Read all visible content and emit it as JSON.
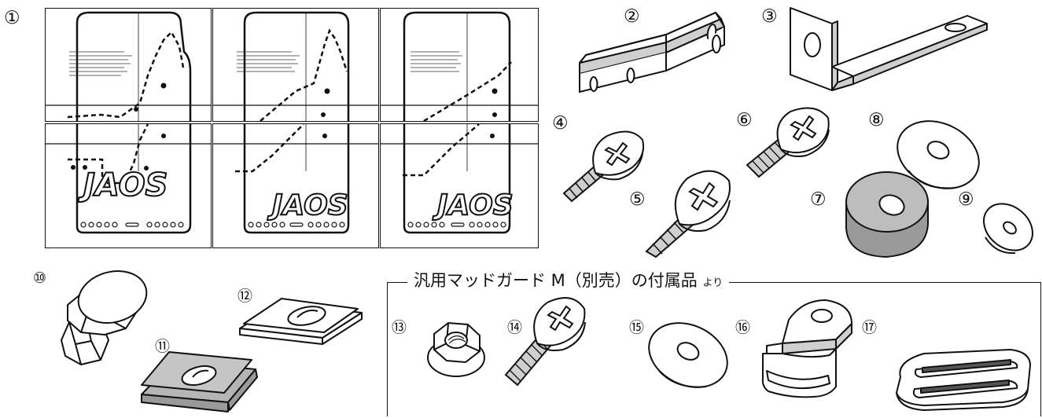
{
  "callouts": {
    "n1": "①",
    "n2": "②",
    "n3": "③",
    "n4": "④",
    "n5": "⑤",
    "n6": "⑥",
    "n7": "⑦",
    "n8": "⑧",
    "n9": "⑨",
    "n10": "⑩",
    "n11": "⑪",
    "n12": "⑫",
    "n13": "⑬",
    "n14": "⑭",
    "n15": "⑮",
    "n16": "⑯",
    "n17": "⑰"
  },
  "accessory_box": {
    "title": "汎用マッドガード M（別売）の付属品",
    "title_suffix": "より"
  },
  "mudguard": {
    "logo": "JAOS"
  },
  "parts": [
    {
      "id": "1",
      "icon": "mudguard-template-sheet-icon"
    },
    {
      "id": "2",
      "icon": "flat-bracket-icon"
    },
    {
      "id": "3",
      "icon": "l-bracket-icon"
    },
    {
      "id": "4",
      "icon": "tapping-screw-icon"
    },
    {
      "id": "5",
      "icon": "tapping-screw-icon"
    },
    {
      "id": "6",
      "icon": "machine-bolt-icon"
    },
    {
      "id": "7",
      "icon": "rubber-spacer-icon"
    },
    {
      "id": "8",
      "icon": "flat-washer-icon"
    },
    {
      "id": "9",
      "icon": "small-washer-icon"
    },
    {
      "id": "10",
      "icon": "push-clip-icon"
    },
    {
      "id": "11",
      "icon": "u-nut-clip-icon"
    },
    {
      "id": "12",
      "icon": "u-nut-clip-icon"
    },
    {
      "id": "13",
      "icon": "flange-nut-icon"
    },
    {
      "id": "14",
      "icon": "machine-bolt-icon"
    },
    {
      "id": "15",
      "icon": "flat-washer-icon"
    },
    {
      "id": "16",
      "icon": "stay-bracket-icon"
    },
    {
      "id": "17",
      "icon": "rubber-grommet-icon"
    }
  ]
}
